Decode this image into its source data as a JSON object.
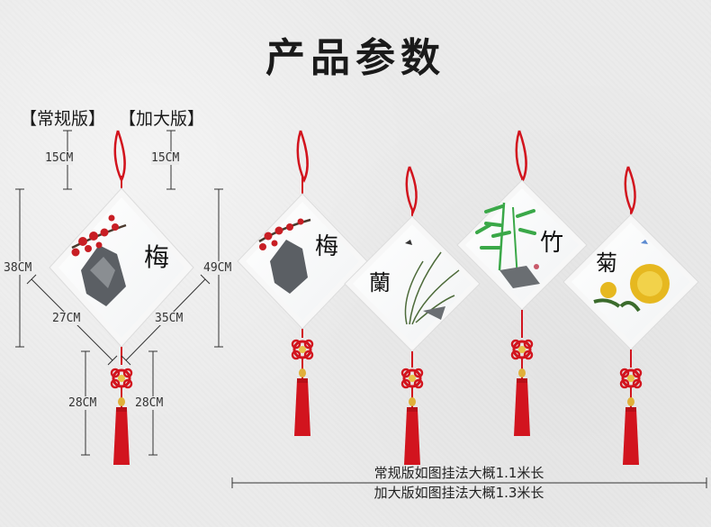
{
  "title": "产品参数",
  "versions": {
    "regular": "【常规版】",
    "large": "【加大版】"
  },
  "dimensions": {
    "regular_cord": "15CM",
    "large_cord": "15CM",
    "regular_height": "38CM",
    "large_height": "49CM",
    "regular_width": "27CM",
    "large_width": "35CM",
    "regular_tassel": "28CM",
    "large_tassel": "28CM"
  },
  "panels": [
    {
      "name": "plum",
      "char": "梅"
    },
    {
      "name": "orchid",
      "char": "蘭"
    },
    {
      "name": "bamboo",
      "char": "竹"
    },
    {
      "name": "chrysanthemum",
      "char": "菊"
    }
  ],
  "caption": {
    "line1": "常规版如图挂法大概1.1米长",
    "line2": "加大版如图挂法大概1.3米长"
  },
  "colors": {
    "cord": "#d2141e",
    "frame": "#ffffff",
    "plum": "#c81e24",
    "bamboo": "#3aa848",
    "chrysanthemum": "#e6b820"
  }
}
